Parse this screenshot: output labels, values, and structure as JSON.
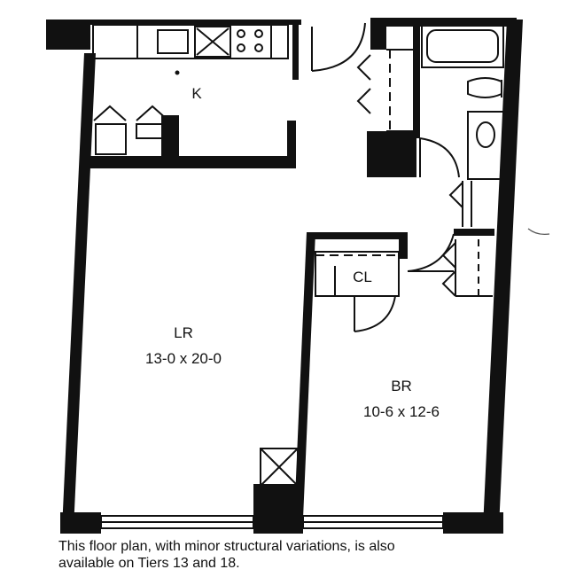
{
  "rooms": {
    "kitchen": {
      "label": "K"
    },
    "living_room": {
      "label": "LR",
      "dimensions": "13-0 x 20-0"
    },
    "bedroom": {
      "label": "BR",
      "dimensions": "10-6 x 12-6"
    },
    "closet": {
      "label": "CL"
    }
  },
  "caption": {
    "line1": "This floor plan, with minor structural variations, is also",
    "line2": "available on Tiers 13 and 18."
  },
  "colors": {
    "wall": "#111111",
    "background": "#ffffff"
  }
}
